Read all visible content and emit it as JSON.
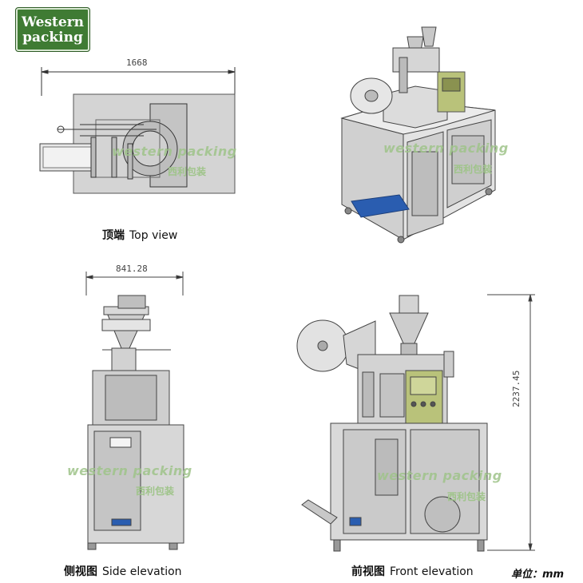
{
  "logo": {
    "line1": "Western",
    "line2": "packing"
  },
  "views": {
    "top": {
      "caption_cn": "顶端",
      "caption_en": "Top view",
      "dimension": "1668"
    },
    "side": {
      "caption_cn": "侧视图",
      "caption_en": "Side elevation",
      "dimension": "841.28"
    },
    "front": {
      "caption_cn": "前视图",
      "caption_en": "Front elevation",
      "dimension": "2237.45"
    }
  },
  "watermark": {
    "en": "western packing",
    "cn": "西利包装"
  },
  "unit": {
    "label": "单位：",
    "value": "mm"
  },
  "colors": {
    "brand": "#3f7b33",
    "watermark": "#9fc48a",
    "machine": "#cfcfcf",
    "panel": "#b9c27a",
    "conveyor": "#2a5db0"
  }
}
